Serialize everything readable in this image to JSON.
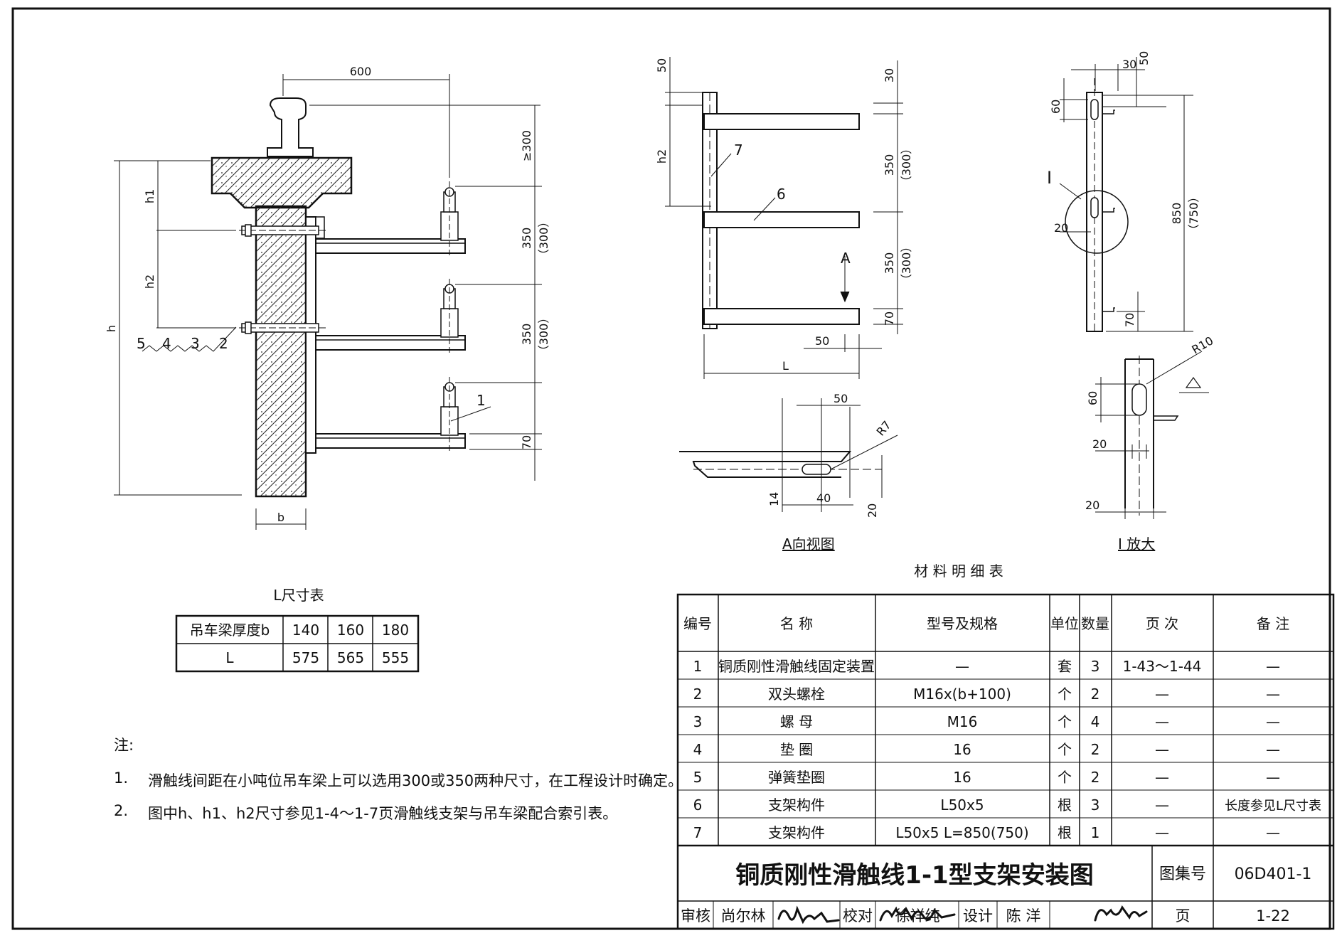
{
  "main_view": {
    "dim_600": "600",
    "dim_300plus": "≥300",
    "dim_350": "350",
    "dim_300": "（300）",
    "dim_70": "70",
    "h1": "h1",
    "h2": "h2",
    "h": "h",
    "b": "b",
    "callouts": [
      "5",
      "4",
      "3",
      "2",
      "1"
    ]
  },
  "side_view": {
    "dim_50": "50",
    "dim_30": "30",
    "h2": "h2",
    "dim_350": "350",
    "dim_300": "（300）",
    "dim_70": "70",
    "dim_50_bottom": "50",
    "L": "L",
    "A": "A",
    "callout_7": "7",
    "callout_6": "6"
  },
  "a_view": {
    "title": "A向视图",
    "dim_50": "50",
    "R7": "R7",
    "dim_14": "14",
    "dim_40": "40",
    "dim_20": "20"
  },
  "detail_view": {
    "dim_30": "30",
    "dim_50": "50",
    "dim_60": "60",
    "I": "I",
    "dim_20": "20",
    "dim_850": "850",
    "dim_750": "（750）",
    "dim_70": "70",
    "R10": "R10",
    "dim_60b": "60",
    "dim_20b": "20",
    "dim_20c": "20",
    "title": "I 放大"
  },
  "l_table": {
    "title": "L尺寸表",
    "row1": [
      "吊车梁厚度b",
      "140",
      "160",
      "180"
    ],
    "row2": [
      "L",
      "575",
      "565",
      "555"
    ]
  },
  "notes": {
    "head": "注:",
    "n1_num": "1.",
    "n1": "滑触线间距在小吨位吊车梁上可以选用300或350两种尺寸，在工程设计时确定。",
    "n2_num": "2.",
    "n2": "图中h、h1、h2尺寸参见1-4～1-7页滑触线支架与吊车梁配合索引表。"
  },
  "material_table": {
    "title": "材  料  明  细  表",
    "headers": [
      "编号",
      "名    称",
      "型号及规格",
      "单位",
      "数量",
      "页    次",
      "备    注"
    ],
    "rows": [
      [
        "1",
        "铜质刚性滑触线固定装置",
        "—",
        "套",
        "3",
        "1-43～1-44",
        "—"
      ],
      [
        "2",
        "双头螺栓",
        "M16x(b+100)",
        "个",
        "2",
        "—",
        "—"
      ],
      [
        "3",
        "螺    母",
        "M16",
        "个",
        "4",
        "—",
        "—"
      ],
      [
        "4",
        "垫    圈",
        "16",
        "个",
        "2",
        "—",
        "—"
      ],
      [
        "5",
        "弹簧垫圈",
        "16",
        "个",
        "2",
        "—",
        "—"
      ],
      [
        "6",
        "支架构件",
        "L50x5",
        "根",
        "3",
        "—",
        "长度参见L尺寸表"
      ],
      [
        "7",
        "支架构件",
        "L50x5  L=850(750)",
        "根",
        "1",
        "—",
        "—"
      ]
    ]
  },
  "title_block": {
    "title": "铜质刚性滑触线1-1型支架安装图",
    "atlas_label": "图集号",
    "atlas_no": "06D401-1",
    "review_label": "审核",
    "review_name": "尚尔林",
    "check_label": "校对",
    "check_name": "徐祥纯",
    "design_label": "设计",
    "design_name": "陈 洋",
    "page_label": "页",
    "page_no": "1-22"
  }
}
